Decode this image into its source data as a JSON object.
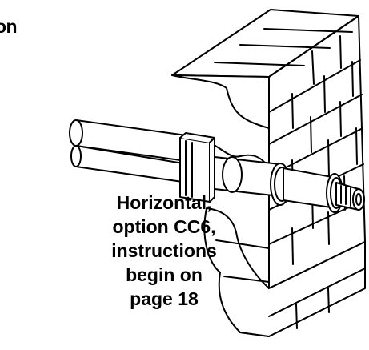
{
  "cutoff_heading": "on",
  "caption": {
    "lines": [
      "Horizontal,",
      "option CC6,",
      "instructions",
      "begin on",
      "page 18"
    ]
  }
}
